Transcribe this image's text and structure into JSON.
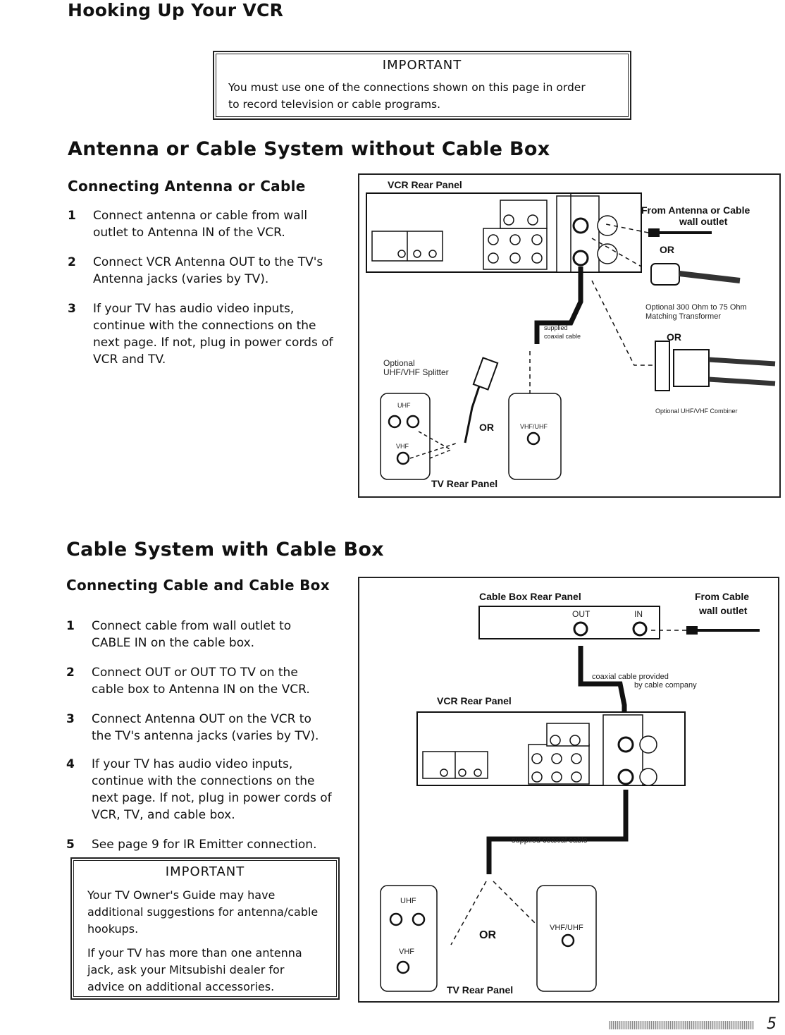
{
  "page": {
    "title": "Hooking Up Your VCR",
    "page_number": "5"
  },
  "important_top": {
    "heading": "IMPORTANT",
    "text": "You must use one of the connections shown on this page in order\nto record television or cable programs."
  },
  "section1": {
    "title": "Antenna or Cable System without Cable Box",
    "subtitle": "Connecting Antenna or Cable",
    "steps": [
      {
        "num": "1",
        "text": "Connect antenna or cable from wall\noutlet to Antenna IN of the VCR."
      },
      {
        "num": "2",
        "text": "Connect VCR Antenna OUT to the TV's\nAntenna jacks (varies by TV)."
      },
      {
        "num": "3",
        "text": "If your TV has audio video inputs,\ncontinue with the connections on the\nnext page.   If not, plug in power cords of\nVCR and TV."
      }
    ],
    "diagram": {
      "vcr_rear_panel": "VCR Rear Panel",
      "from_antenna": "From Antenna or Cable",
      "wall_outlet": "wall outlet",
      "or1": "OR",
      "transformer": "Optional 300 Ohm to 75 Ohm",
      "transformer2": "Matching Transformer",
      "or2": "OR",
      "combiner": "Optional UHF/VHF Combiner",
      "supplied": "supplied",
      "coaxial": "coaxial cable",
      "splitter1": "Optional",
      "splitter2": "UHF/VHF Splitter",
      "uhf": "UHF",
      "vhf": "VHF",
      "or3": "OR",
      "vhfuhf": "VHF/UHF",
      "tv_rear_panel": "TV Rear Panel"
    }
  },
  "section2": {
    "title": "Cable System with Cable Box",
    "subtitle": "Connecting Cable and Cable Box",
    "steps": [
      {
        "num": "1",
        "text": "Connect cable from wall outlet to\nCABLE IN on the cable box."
      },
      {
        "num": "2",
        "text": "Connect OUT or OUT TO TV on the\ncable box to Antenna IN on the VCR."
      },
      {
        "num": "3",
        "text": "Connect  Antenna OUT on the VCR to\nthe TV's antenna jacks (varies by TV)."
      },
      {
        "num": "4",
        "text": "If your TV has audio video inputs,\ncontinue with the connections on the\nnext page.   If not, plug in power cords of\nVCR, TV, and cable box."
      },
      {
        "num": "5",
        "text": "See page 9 for IR Emitter connection."
      }
    ],
    "important": {
      "heading": "IMPORTANT",
      "text1": "Your TV Owner's Guide may have\nadditional suggestions for antenna/cable\nhookups.",
      "text2": "If your TV has more than one antenna\njack, ask your Mitsubishi dealer for\nadvice on additional accessories."
    },
    "diagram": {
      "cable_box_rear": "Cable Box  Rear Panel",
      "out": "OUT",
      "in": "IN",
      "from_cable": "From Cable",
      "wall_outlet": "wall outlet",
      "coax_provided": "coaxial cable provided",
      "by_company": "by cable company",
      "vcr_rear_panel": "VCR Rear Panel",
      "supplied_coax": "supplied coaxial cable",
      "uhf": "UHF",
      "vhf": "VHF",
      "or": "OR",
      "vhfuhf": "VHF/UHF",
      "tv_rear_panel": "TV Rear Panel"
    }
  }
}
